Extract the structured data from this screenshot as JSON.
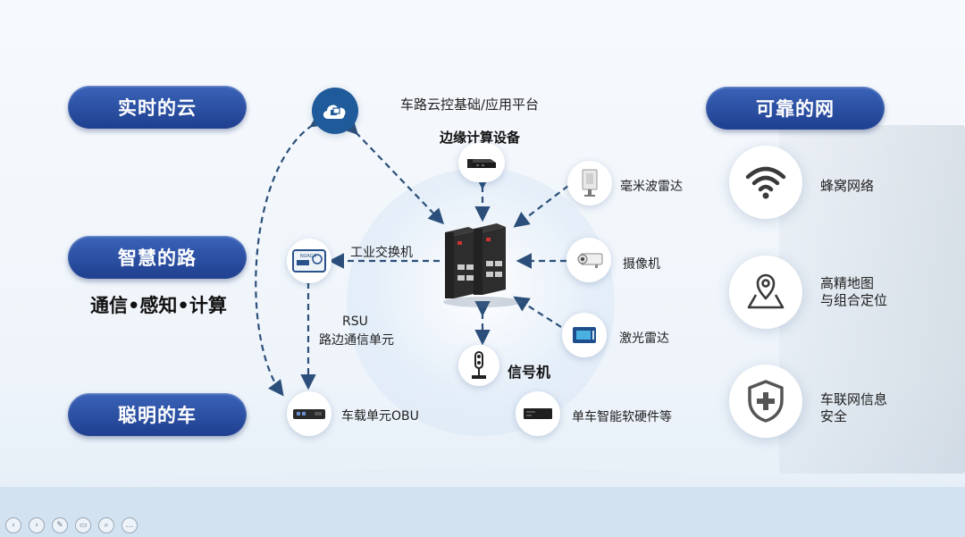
{
  "left_pills": {
    "cloud": "实时的云",
    "road": "智慧的路",
    "car": "聪明的车"
  },
  "road_subtitle": "通信•感知•计算",
  "right_pill": "可靠的网",
  "center": {
    "platform_label": "车路云控基础/应用平台",
    "edge_label": "边缘计算设备",
    "switch_label": "工业交换机",
    "rsu_label_line1": "RSU",
    "rsu_label_line2": "路边通信单元",
    "obu_label": "车载单元OBU",
    "signal_label": "信号机",
    "single_car_label": "单车智能软硬件等",
    "radar_label": "毫米波雷达",
    "camera_label": "摄像机",
    "lidar_label": "激光雷达",
    "rsu_device_text": "NUAGA"
  },
  "network": {
    "cellular": "蜂窝网络",
    "map_line1": "高精地图",
    "map_line2": "与组合定位",
    "security_line1": "车联网信息",
    "security_line2": "安全"
  },
  "toolbar": [
    "prev-icon",
    "next-icon",
    "pen-icon",
    "screen-icon",
    "zoom-icon",
    "more-icon"
  ],
  "colors": {
    "pill": "#2a4fa3",
    "arrow": "#2b4f7a",
    "icon": "#2f3b4a"
  }
}
